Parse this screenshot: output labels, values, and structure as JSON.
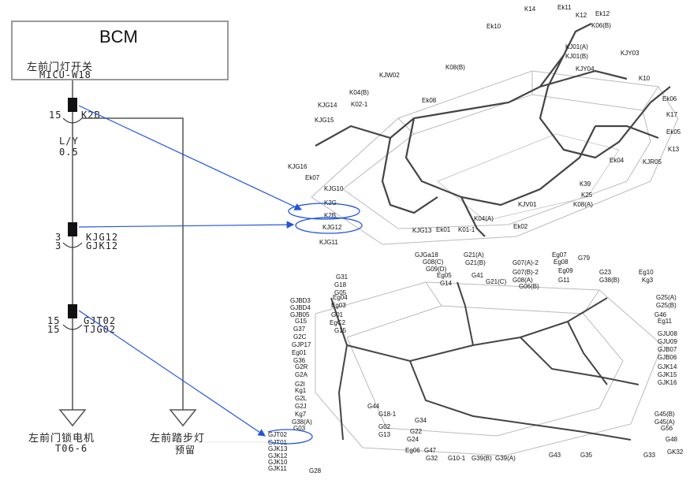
{
  "bcm": {
    "title": "BCM",
    "switch_name": "左前门灯开关",
    "switch_code": "MICU-W18"
  },
  "schematic": {
    "pin1": "15",
    "conn1": "K2B",
    "wire_color": "L/Y",
    "wire_size": "0.5",
    "pin2a": "3",
    "pin2b": "3",
    "conn2a": "KJG12",
    "conn2b": "GJK12",
    "pin3a": "15",
    "pin3b": "15",
    "conn3a": "GJT02",
    "conn3b": "TJG02",
    "load1_name": "左前门锁电机",
    "load1_code": "T06-6",
    "load2_name": "左前踏步灯",
    "load2_note": "预留"
  },
  "top_harness": {
    "labels": [
      "K14",
      "Ek11",
      "K12",
      "Ek12",
      "K06(B)",
      "Ek10",
      "KJ01(A)",
      "KJ01(B)",
      "KJY03",
      "K08(B)",
      "KJY04",
      "KJW02",
      "K10",
      "K04(B)",
      "Ek08",
      "Ek06",
      "K02-1",
      "KJG14",
      "K17",
      "KJG15",
      "Ek05",
      "K13",
      "KJG16",
      "Ek04",
      "KJR05",
      "Ek07",
      "K39",
      "KJG10",
      "K25",
      "K08(A)",
      "K2G",
      "KJV01",
      "K2B",
      "K04(A)",
      "KJG12",
      "KJG13",
      "Ek01",
      "K01-1",
      "Ek02",
      "KJG11"
    ],
    "highlighted": [
      "K2B",
      "KJG12"
    ]
  },
  "bottom_harness": {
    "labels": [
      "GJGa18",
      "G08(C)",
      "G09(D)",
      "G21(A)",
      "G21(B)",
      "G07(A)-2",
      "Eg07",
      "Eg08",
      "G79",
      "G31",
      "G18",
      "G05",
      "Eg05",
      "G14",
      "G41",
      "G21(C)",
      "G07(B)-2",
      "G08(A)",
      "Eg09",
      "G11",
      "G23",
      "G38(B)",
      "Eg10",
      "Kg3",
      "GJBD3",
      "GJBD4",
      "GJB05",
      "Eg04",
      "Eg03",
      "G01",
      "G06(B)",
      "G25(A)",
      "G25(B)",
      "G46",
      "Eg11",
      "G15",
      "G37",
      "G2C",
      "EgC2",
      "G15",
      "GJU08",
      "GJP17",
      "Eg01",
      "G36",
      "GJU09",
      "GJB07",
      "GJB06",
      "G2R",
      "G2A",
      "G2I",
      "GJK14",
      "GJK15",
      "GJK16",
      "Kg1",
      "G2L",
      "G2J",
      "Kg7",
      "G38(A)",
      "G44",
      "G03",
      "G18-1",
      "G34",
      "G45(B)",
      "G45(A)",
      "G56",
      "GJT02",
      "GJT01",
      "GJK13",
      "GJK12",
      "GJK10",
      "GJK11",
      "G02",
      "G13",
      "G22",
      "G24",
      "G48",
      "Eg06",
      "G47",
      "G32",
      "G10-1",
      "G39(B)",
      "G39(A)",
      "G43",
      "G35",
      "G33",
      "GK32",
      "G28"
    ],
    "highlighted": [
      "GJT02"
    ]
  },
  "colors": {
    "arrow": "#2255dd",
    "ellipse": "#2255dd",
    "line": "#555555",
    "box_border": "#9a9a9a"
  }
}
